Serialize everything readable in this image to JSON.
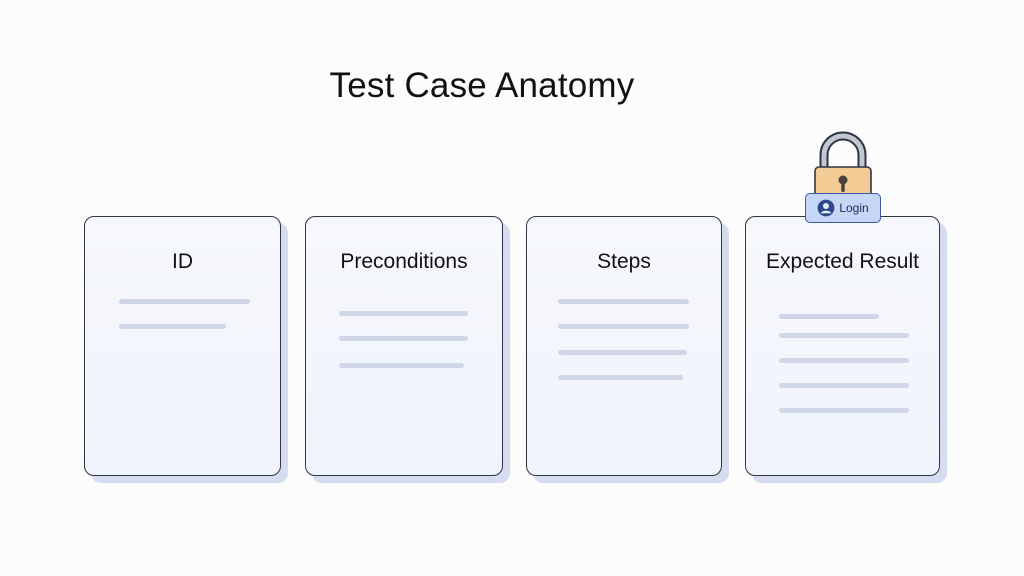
{
  "diagram": {
    "title": "Test Case Anatomy",
    "cards": [
      {
        "label": "ID"
      },
      {
        "label": "Preconditions"
      },
      {
        "label": "Steps"
      },
      {
        "label": "Expected Result"
      }
    ],
    "lock_badge": {
      "label": "Login",
      "icon": "user-icon"
    },
    "lock_icon": "padlock-icon",
    "colors": {
      "card_border": "#2f3542",
      "card_fill": "#f3f6fc",
      "card_shadow": "#d5dcef",
      "placeholder_line": "#cfd6e8",
      "lock_body": "#f2cc94",
      "lock_shackle": "#c2c8d2",
      "badge_fill": "#c7d6f5",
      "badge_border": "#3b5aa8"
    }
  }
}
